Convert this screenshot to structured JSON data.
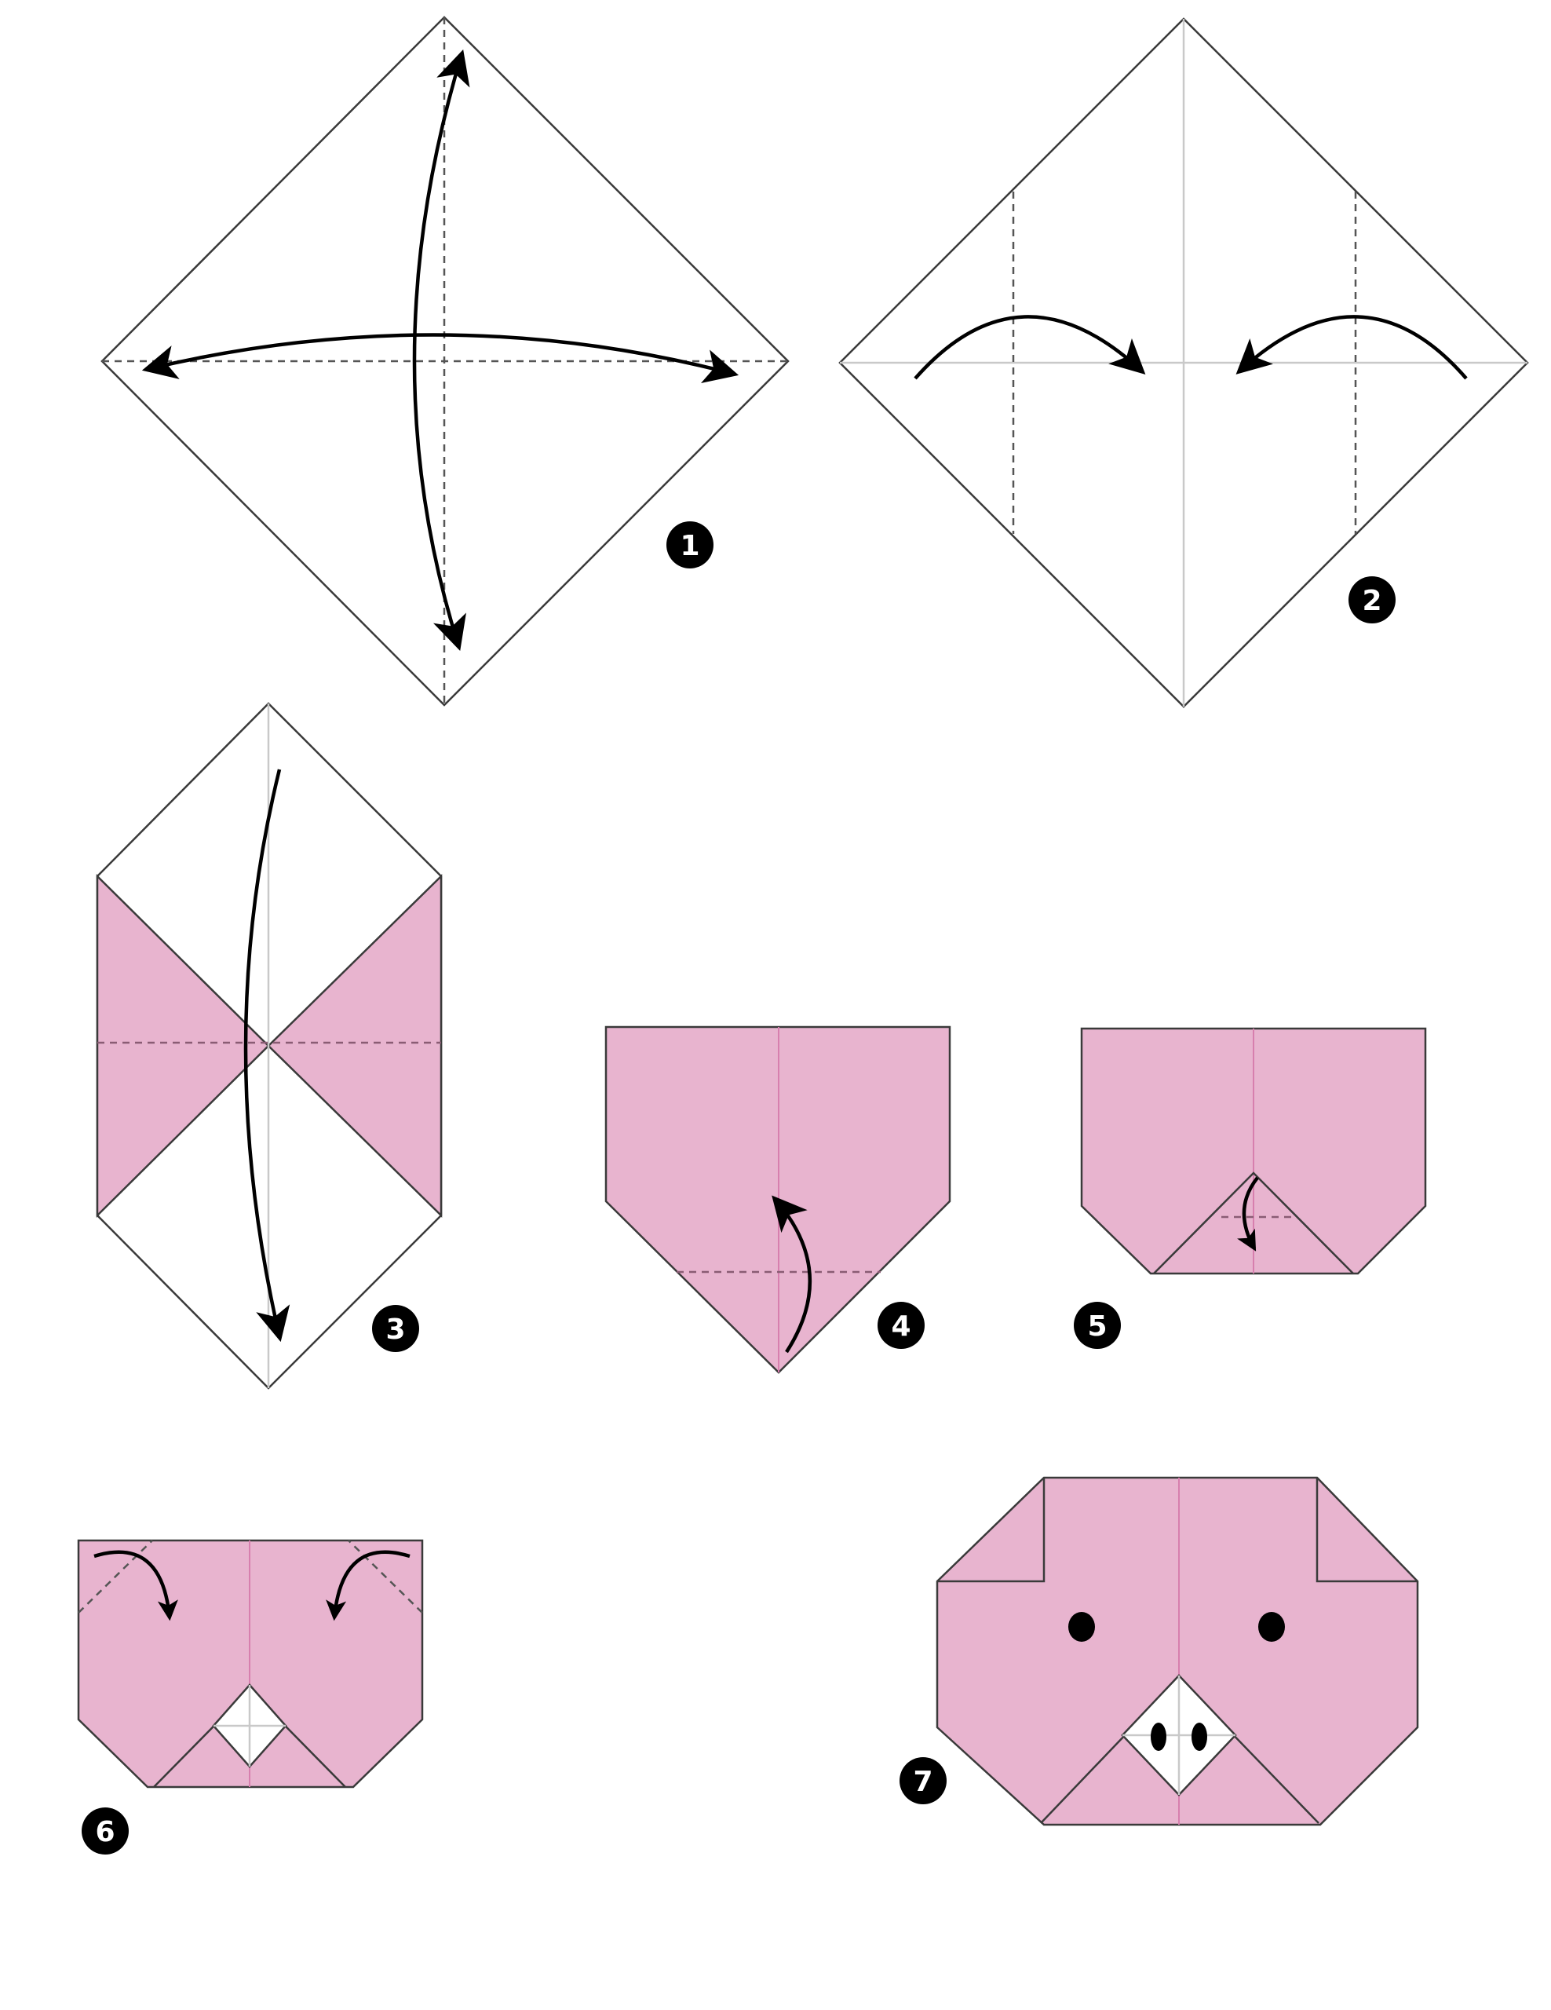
{
  "steps": [
    {
      "number": "1"
    },
    {
      "number": "2"
    },
    {
      "number": "3"
    },
    {
      "number": "4"
    },
    {
      "number": "5"
    },
    {
      "number": "6"
    },
    {
      "number": "7"
    }
  ],
  "colors": {
    "paper_pink": "#e8b4cf",
    "paper_white": "#ffffff",
    "outline": "#3a3a3a",
    "arrow": "#000000",
    "center_crease_pink": "#d77fae"
  },
  "icons": [
    "fold-arrow-icon",
    "step-number-badge"
  ]
}
